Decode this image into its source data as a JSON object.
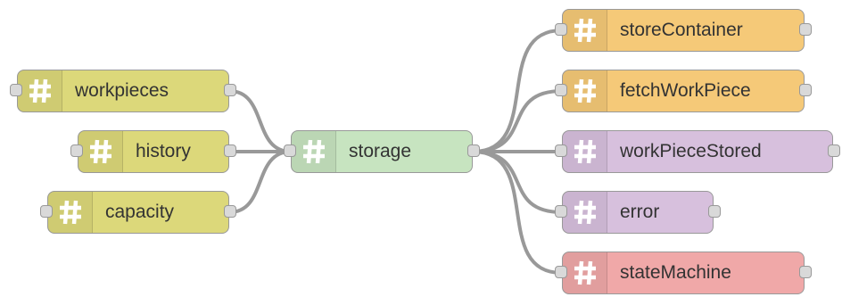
{
  "colors": {
    "link_node": "#dcd87a",
    "function_node": "#c7e4c0",
    "output_node": "#f5c978",
    "message_node": "#d7c0dd",
    "error_node": "#f0a8a8",
    "wire": "#999999"
  },
  "icons": {
    "node_icon": "hash-icon"
  },
  "nodes": {
    "workpieces": {
      "label": "workpieces"
    },
    "history": {
      "label": "history"
    },
    "capacity": {
      "label": "capacity"
    },
    "storage": {
      "label": "storage"
    },
    "storeContainer": {
      "label": "storeContainer"
    },
    "fetchWorkPiece": {
      "label": "fetchWorkPiece"
    },
    "workPieceStored": {
      "label": "workPieceStored"
    },
    "error": {
      "label": "error"
    },
    "stateMachine": {
      "label": "stateMachine"
    }
  }
}
